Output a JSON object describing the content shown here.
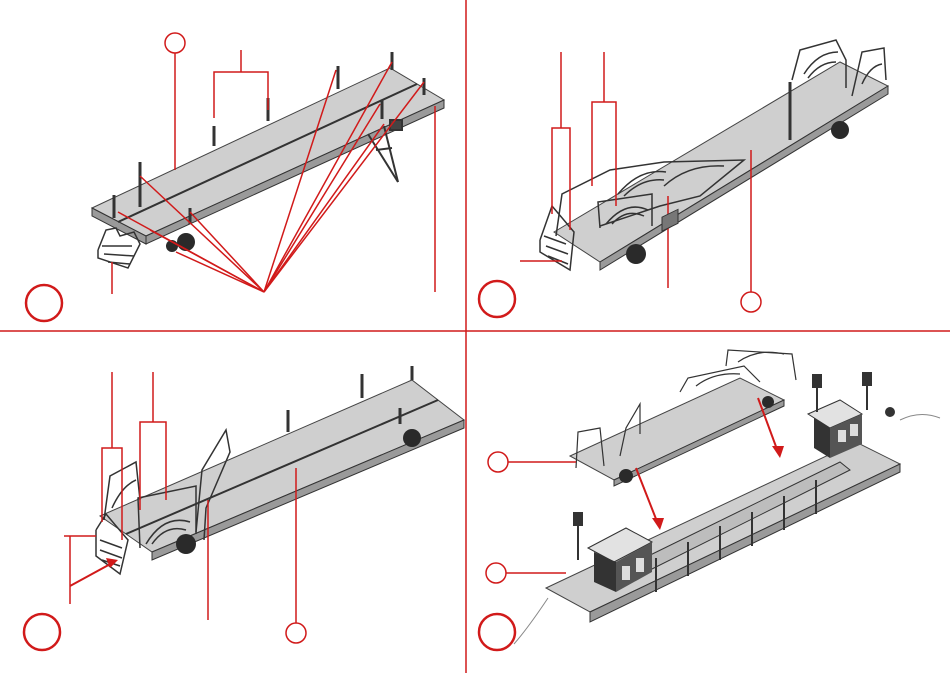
{
  "figure": {
    "panels": [
      {
        "id": "top-left",
        "step_circle": "",
        "callouts": 5
      },
      {
        "id": "top-right",
        "step_circle": "",
        "callouts": 5
      },
      {
        "id": "bottom-left",
        "step_circle": "",
        "callouts": 5
      },
      {
        "id": "bottom-right",
        "step_circle": "",
        "callouts": 4
      }
    ],
    "colors": {
      "line": "#d11a1a",
      "drawing": "#333333",
      "deck": "#cfcfcf"
    }
  }
}
